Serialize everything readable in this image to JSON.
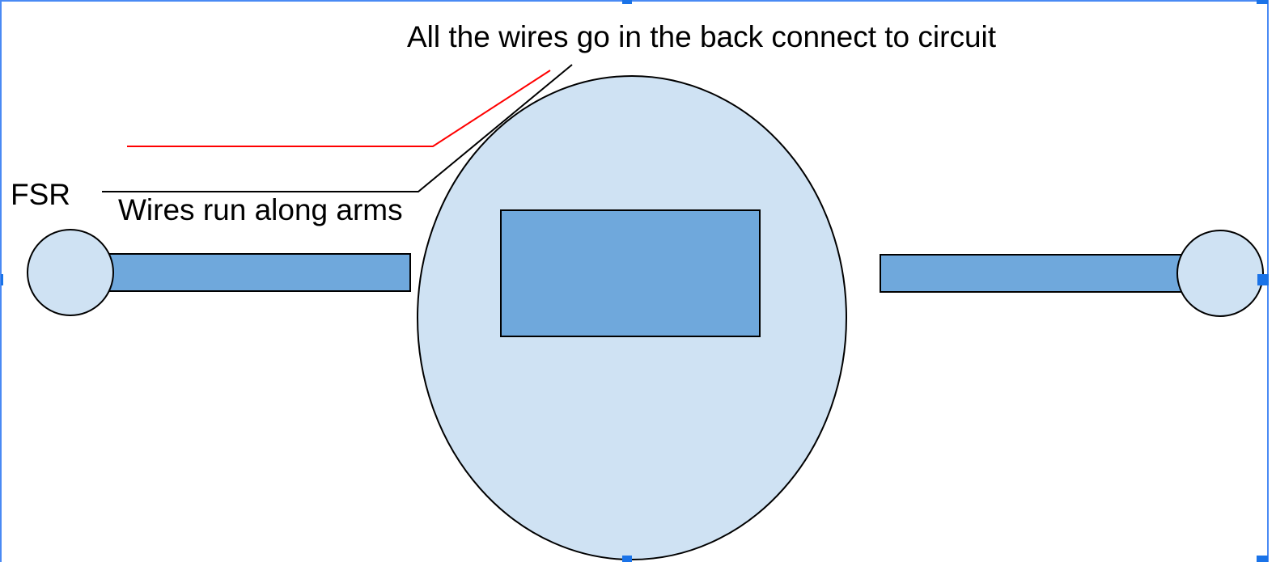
{
  "labels": {
    "title_annotation": "All the wires go in the back connect to circuit",
    "fsr": "FSR",
    "wires_arms": "Wires run along arms"
  },
  "colors": {
    "body_fill": "#cfe2f3",
    "rect_fill": "#6fa8dc",
    "outline": "#000000",
    "red_wire": "#ff0000",
    "selection": "#1a73e8"
  },
  "shapes": [
    "center-ellipse",
    "center-rectangle",
    "left-arm",
    "right-arm",
    "left-fsr-circle",
    "right-fsr-circle",
    "red-wire-line",
    "black-wire-line"
  ]
}
